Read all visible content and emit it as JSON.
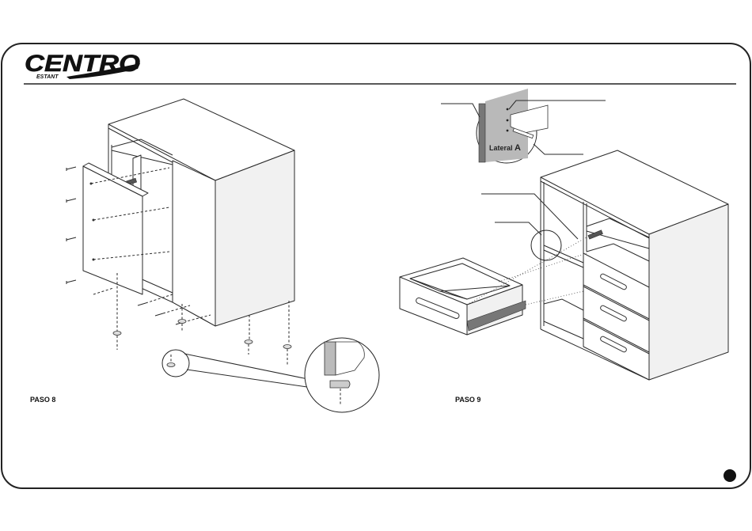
{
  "logo": {
    "brand": "CENTRO",
    "sub": "ESTANT"
  },
  "steps": [
    {
      "label": "PASO 8"
    },
    {
      "label": "PASO 9"
    }
  ],
  "callouts": {
    "lateral": "Lateral",
    "lateral_letter": "A"
  }
}
